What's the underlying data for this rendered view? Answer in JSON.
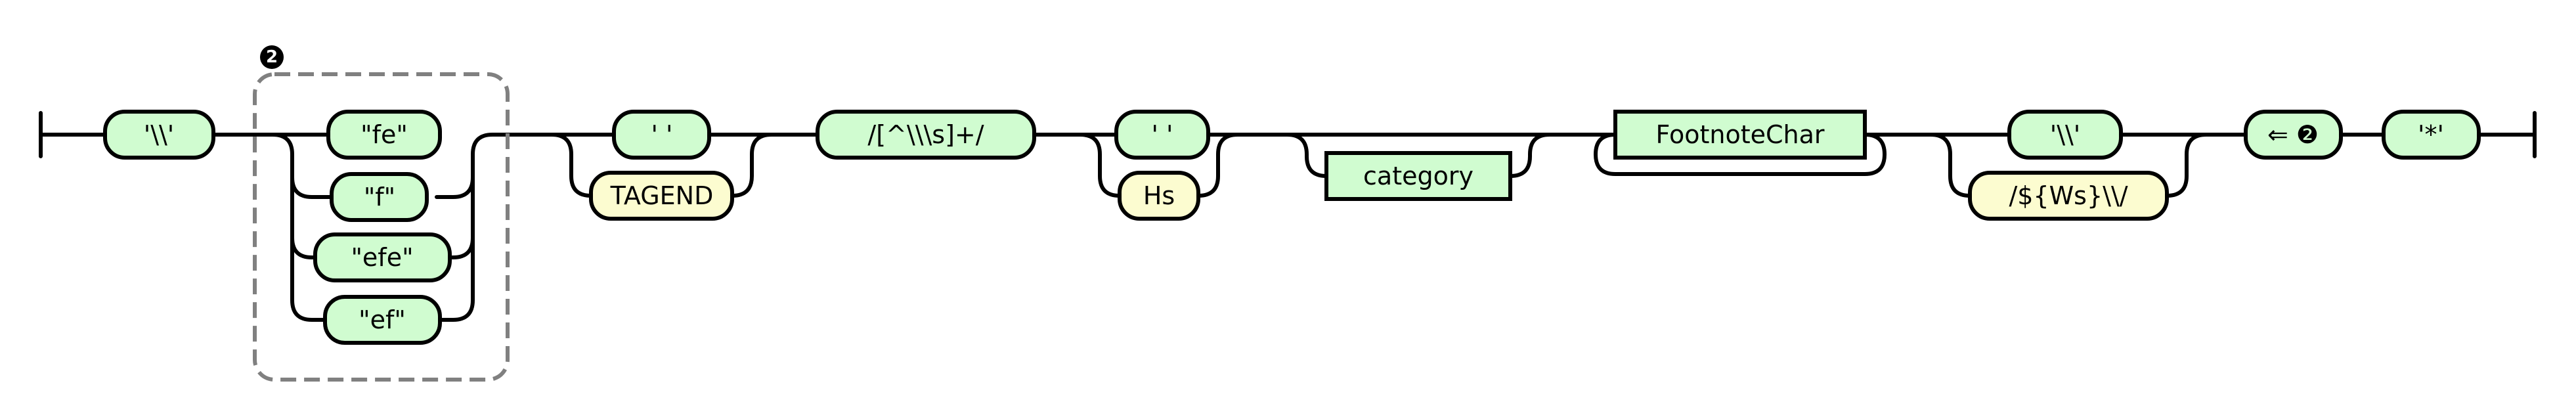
{
  "diagram": {
    "start_terminal": "'\\\\'",
    "group": {
      "badge": "2",
      "choices": [
        "\"fe\"",
        "\"f\"",
        "\"efe\"",
        "\"ef\""
      ]
    },
    "space_choice": {
      "top": "' '",
      "bottom": "TAGEND"
    },
    "regex_main": "/[^\\\\\\s]+/",
    "hs_choice": {
      "top": "' '",
      "bottom": "Hs"
    },
    "category": "category",
    "footnote_char": "FootnoteChar",
    "backslash_choice": {
      "top": "'\\\\'",
      "bottom": "/${Ws}\\\\/"
    },
    "back_reference": "⇐ ❷",
    "end_terminal": "'*'"
  }
}
